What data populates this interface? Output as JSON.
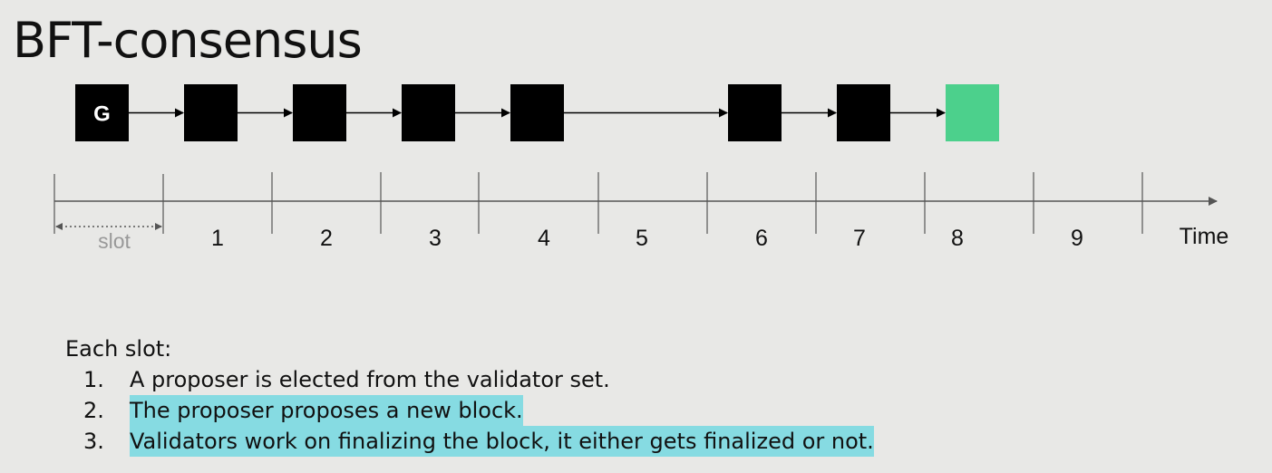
{
  "title": "BFT-consensus",
  "genesis_label": "G",
  "colors": {
    "block": "#000000",
    "finalized_block": "#4cd08c",
    "highlight": "#86dbe2",
    "slot_label": "#999999"
  },
  "blocks": [
    {
      "slot": 0,
      "label": "G"
    },
    {
      "slot": 1
    },
    {
      "slot": 2
    },
    {
      "slot": 3
    },
    {
      "slot": 4
    },
    {
      "slot": 6
    },
    {
      "slot": 7
    },
    {
      "slot": 8,
      "pending": true
    }
  ],
  "timeline": {
    "slot_label": "slot",
    "tick_labels": [
      "1",
      "2",
      "3",
      "4",
      "5",
      "6",
      "7",
      "8",
      "9"
    ],
    "axis_label": "Time"
  },
  "description": {
    "intro": "Each slot:",
    "items": [
      {
        "num": "1.",
        "text": "A proposer is elected from the validator set.",
        "highlight": false
      },
      {
        "num": "2.",
        "text": "The proposer proposes a new block.",
        "highlight": true
      },
      {
        "num": "3.",
        "text": "Validators work on finalizing the block, it either gets finalized or not.",
        "highlight": true
      }
    ]
  }
}
